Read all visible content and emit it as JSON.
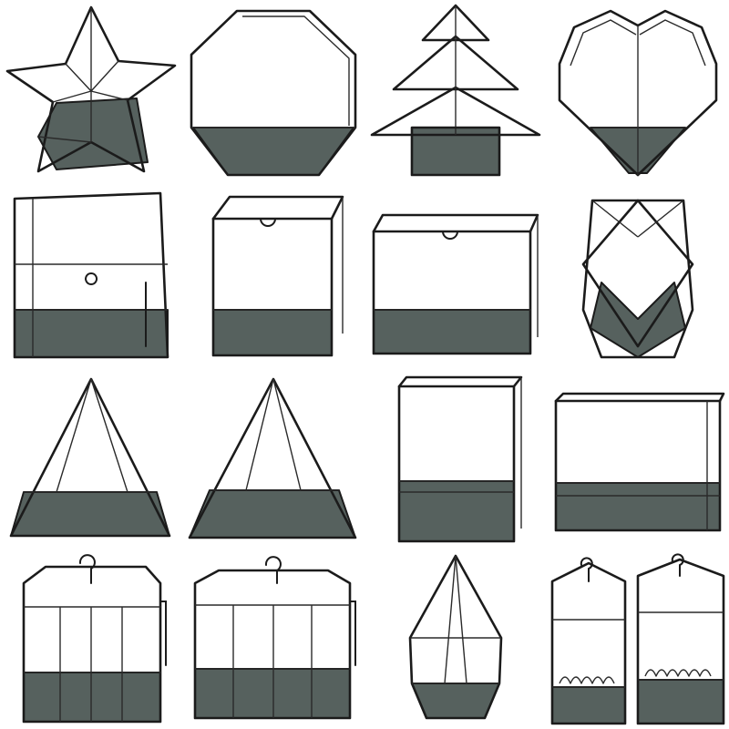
{
  "gallery": {
    "colors": {
      "background": "#ffffff",
      "frame": "#1b1b1b",
      "glass_base": "#55605d",
      "glass_base_light": "#7e8986",
      "glass_base_dark": "#3e4745"
    },
    "items": [
      {
        "shape": "star"
      },
      {
        "shape": "octagon"
      },
      {
        "shape": "christmas-tree"
      },
      {
        "shape": "heart"
      },
      {
        "shape": "house-with-hook-tall"
      },
      {
        "shape": "lidded-box-cube"
      },
      {
        "shape": "lidded-box-wide"
      },
      {
        "shape": "diamond-geometric"
      },
      {
        "shape": "pyramid"
      },
      {
        "shape": "pyramid"
      },
      {
        "shape": "tall-box-with-door"
      },
      {
        "shape": "wide-box-with-door"
      },
      {
        "shape": "greenhouse-with-hook"
      },
      {
        "shape": "greenhouse-with-hook"
      },
      {
        "shape": "teardrop-pendant"
      },
      {
        "shape": "greenhouse-pair-arched"
      }
    ]
  }
}
